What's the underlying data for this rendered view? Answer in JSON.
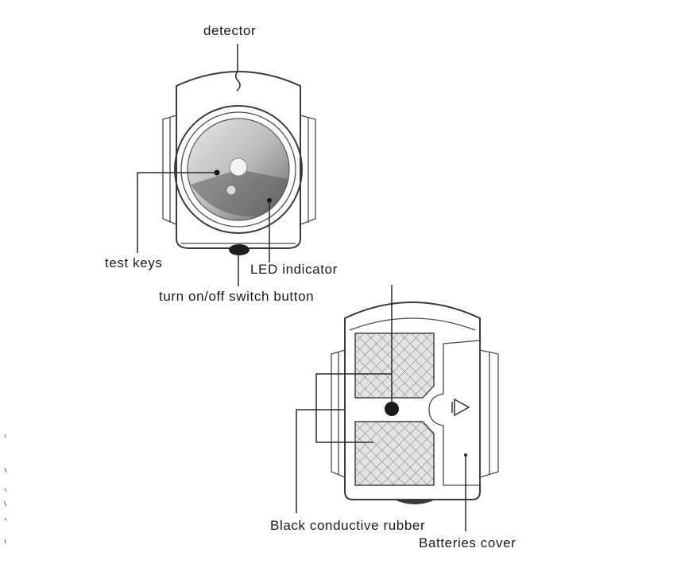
{
  "labels": {
    "detector": "detector",
    "test_keys": "test keys",
    "led_indicator": "LED indicator",
    "switch_button": "turn on/off switch button",
    "conductive_rubber": "Black conductive rubber",
    "batteries_cover": "Batteries cover"
  },
  "colors": {
    "line": "#3a3a3a",
    "text": "#1a1a1a",
    "disc": "#c8c8c8",
    "dark": "#222222"
  }
}
